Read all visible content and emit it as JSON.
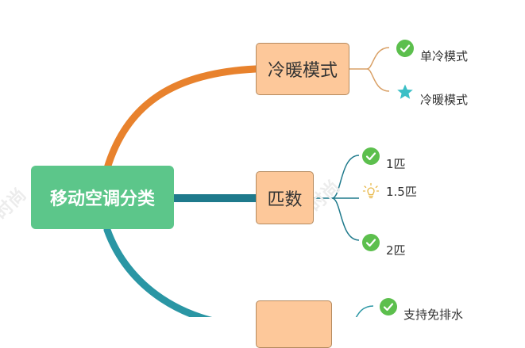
{
  "root": {
    "label": "移动空调分类"
  },
  "branches": [
    {
      "label": "冷暖模式",
      "color": "#e8822d",
      "children": [
        {
          "label": "单冷模式",
          "icon": "check-circle-icon"
        },
        {
          "label": "冷暖模式",
          "icon": "star-icon"
        }
      ]
    },
    {
      "label": "匹数",
      "color": "#1f7a8c",
      "children": [
        {
          "label": "1匹",
          "icon": "check-circle-icon"
        },
        {
          "label": "1.5匹",
          "icon": "lightbulb-icon"
        },
        {
          "label": "2匹",
          "icon": "check-circle-icon"
        }
      ]
    },
    {
      "label": "",
      "color": "#2a96a4",
      "children": [
        {
          "label": "支持免排水",
          "icon": "check-circle-icon"
        }
      ]
    }
  ],
  "colors": {
    "root_fill": "#5cc68a",
    "branch_fill": "#fdc89a",
    "check": "#5cbf4d",
    "star": "#3bbfc6",
    "bulb": "#e8b84a"
  }
}
